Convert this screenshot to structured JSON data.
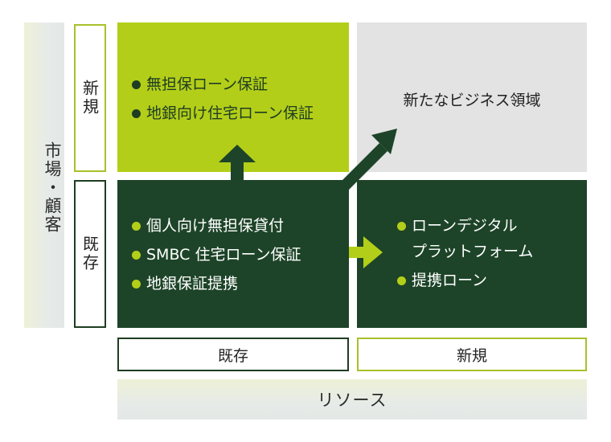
{
  "axis": {
    "vertical_label": "市場・顧客",
    "horizontal_label": "リソース"
  },
  "rows": {
    "new": "新規",
    "existing": "既存"
  },
  "columns": {
    "existing": "既存",
    "new": "新規"
  },
  "quadrants": {
    "top_left": {
      "items": [
        "無担保ローン保証",
        "地銀向け住宅ローン保証"
      ]
    },
    "top_right": {
      "title": "新たなビジネス領域"
    },
    "bottom_left": {
      "items": [
        "個人向け無担保貸付",
        "SMBC 住宅ローン保証",
        "地銀保証提携"
      ]
    },
    "bottom_right": {
      "items": [
        {
          "line1": "ローンデジタル",
          "line2": "プラットフォーム"
        },
        {
          "line1": "提携ローン",
          "line2": ""
        }
      ]
    }
  },
  "colors": {
    "lime": "#b3ce19",
    "dark_green": "#1d4428",
    "gray": "#e3e3e4"
  }
}
